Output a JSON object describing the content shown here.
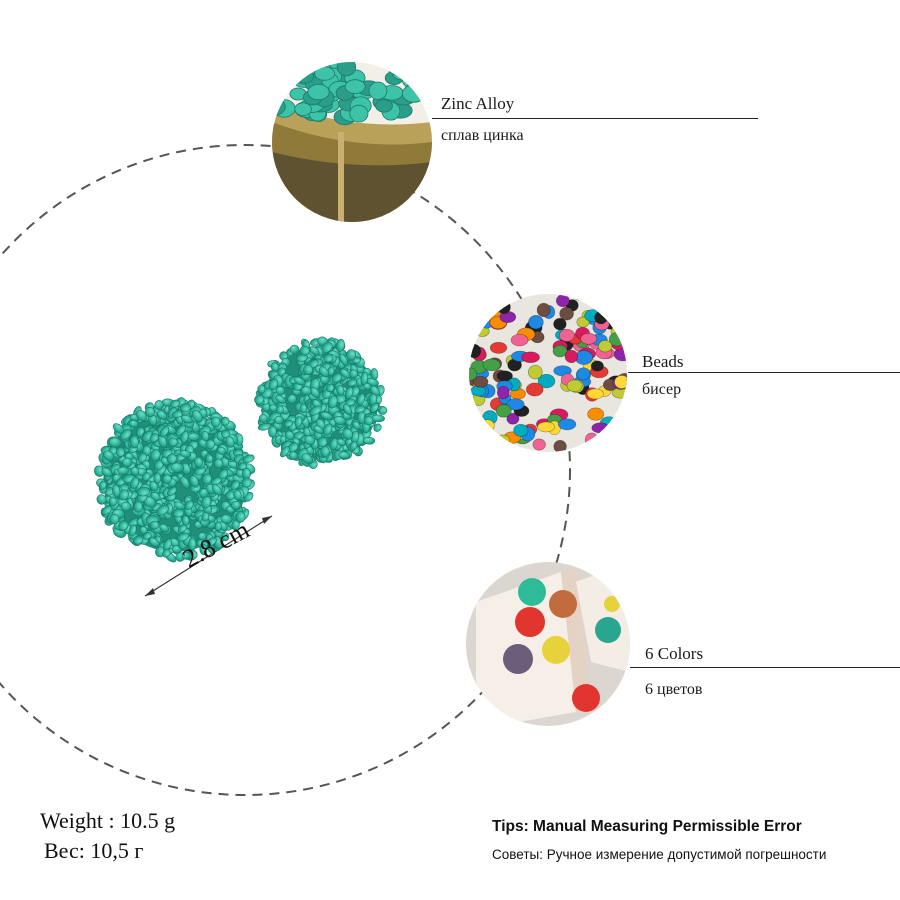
{
  "features": [
    {
      "name_en": "Zinc Alloy",
      "name_ru": "сплав цинка",
      "image": "zinc-alloy-closeup"
    },
    {
      "name_en": "Beads",
      "name_ru": "бисер",
      "image": "colorful-beads-closeup"
    },
    {
      "name_en": "6 Colors",
      "name_ru": "6 цветов",
      "image": "six-color-earrings"
    }
  ],
  "dimension": {
    "label": "2.8 cm"
  },
  "weight": {
    "en": "Weight : 10.5 g",
    "ru": "Вес: 10,5 г"
  },
  "tips": {
    "title": "Tips: Manual Measuring Permissible Error",
    "subtitle": "Советы: Ручное измерение допустимой погрешности"
  },
  "colors": {
    "bead_teal": "#3bbfa6",
    "bead_dark": "#1f9680",
    "dash": "#555555"
  }
}
